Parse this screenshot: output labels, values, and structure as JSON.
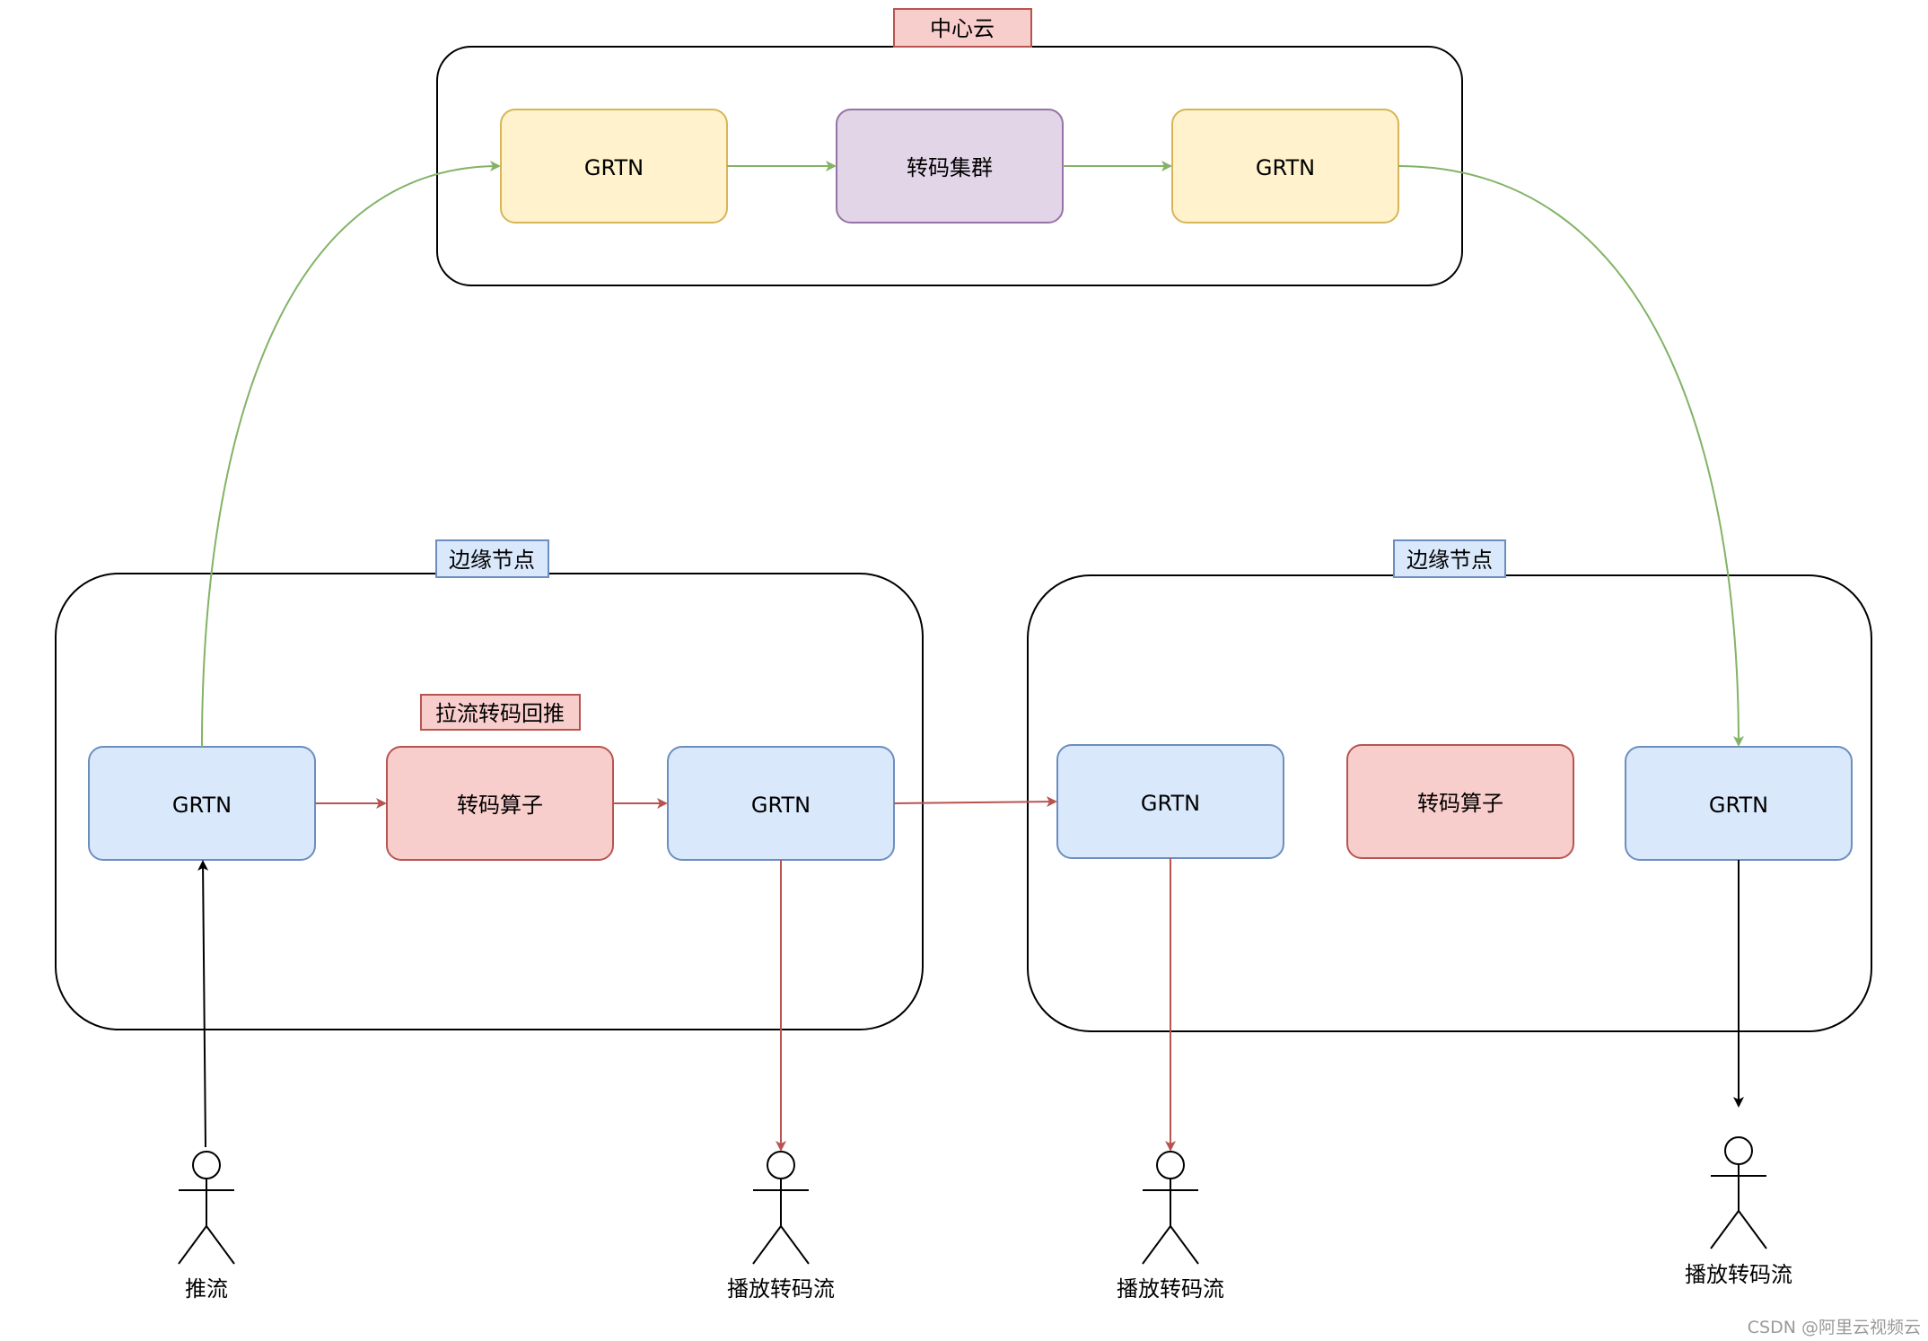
{
  "center": {
    "tag": "中心云",
    "node_left": "GRTN",
    "cluster": "转码集群",
    "node_right": "GRTN"
  },
  "edge_left": {
    "tag": "边缘节点",
    "pull_tag": "拉流转码回推",
    "node_in": "GRTN",
    "operator": "转码算子",
    "node_out": "GRTN"
  },
  "edge_right": {
    "tag": "边缘节点",
    "node_a": "GRTN",
    "operator": "转码算子",
    "node_b": "GRTN"
  },
  "actors": {
    "push": "推流",
    "play1": "播放转码流",
    "play2": "播放转码流",
    "play3": "播放转码流"
  },
  "watermark": "CSDN @阿里云视频云",
  "colors": {
    "yellow_fill": "#fff2cc",
    "yellow_stroke": "#d6b656",
    "purple_fill": "#e1d5e7",
    "purple_stroke": "#9673a6",
    "blue_fill": "#dae8fc",
    "blue_stroke": "#6c8ebf",
    "red_fill": "#f8cecc",
    "red_stroke": "#b85450",
    "green_line": "#82b366"
  }
}
